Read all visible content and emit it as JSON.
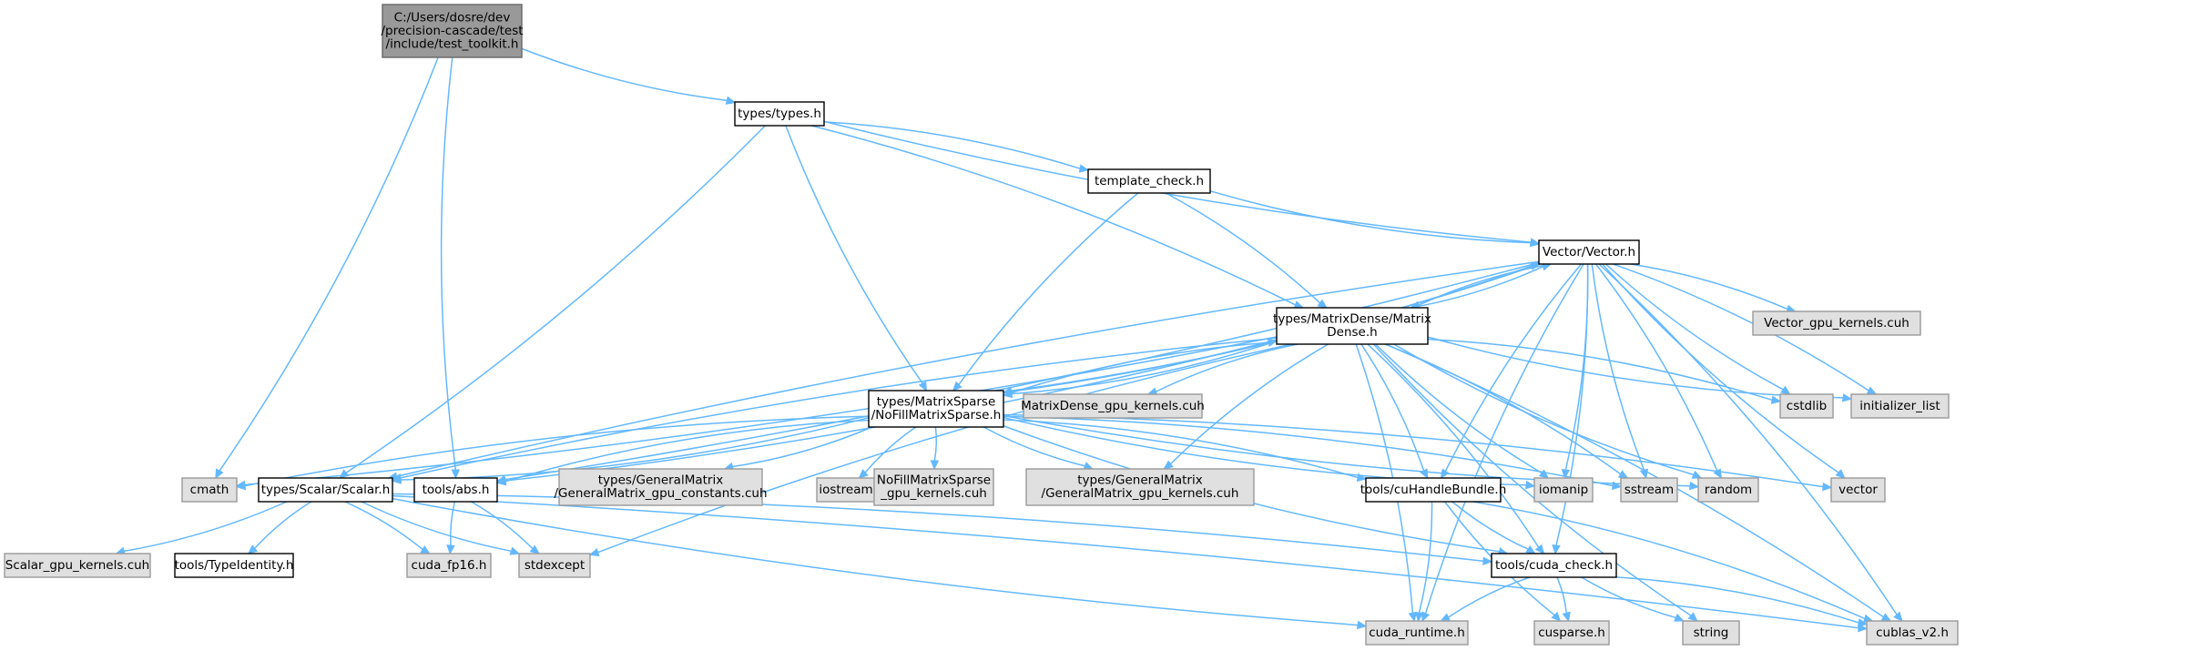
{
  "colors": {
    "edge": "#63b8ff",
    "internal_fill": "#ffffff",
    "external_fill": "#e0e0e0",
    "root_fill": "#999999"
  },
  "nodes": [
    {
      "id": "root",
      "kind": "root",
      "lines": [
        "C:/Users/dosre/dev",
        "/precision-cascade/test",
        "/include/test_toolkit.h"
      ]
    },
    {
      "id": "types",
      "kind": "internal",
      "lines": [
        "types/types.h"
      ]
    },
    {
      "id": "template_check",
      "kind": "internal",
      "lines": [
        "template_check.h"
      ]
    },
    {
      "id": "vector",
      "kind": "internal",
      "lines": [
        "Vector/Vector.h"
      ]
    },
    {
      "id": "matrixdense",
      "kind": "internal",
      "lines": [
        "types/MatrixDense/Matrix",
        "Dense.h"
      ]
    },
    {
      "id": "matrixsparse",
      "kind": "internal",
      "lines": [
        "types/MatrixSparse",
        "/NoFillMatrixSparse.h"
      ]
    },
    {
      "id": "vector_gpu",
      "kind": "external",
      "lines": [
        "Vector_gpu_kernels.cuh"
      ]
    },
    {
      "id": "matrixdense_gpu",
      "kind": "external",
      "lines": [
        "MatrixDense_gpu_kernels.cuh"
      ]
    },
    {
      "id": "cstdlib",
      "kind": "external",
      "lines": [
        "cstdlib"
      ]
    },
    {
      "id": "initializer_list",
      "kind": "external",
      "lines": [
        "initializer_list"
      ]
    },
    {
      "id": "cmath",
      "kind": "external",
      "lines": [
        "cmath"
      ]
    },
    {
      "id": "scalar",
      "kind": "internal",
      "lines": [
        "types/Scalar/Scalar.h"
      ]
    },
    {
      "id": "abs",
      "kind": "internal",
      "lines": [
        "tools/abs.h"
      ]
    },
    {
      "id": "gm_constants",
      "kind": "external",
      "lines": [
        "types/GeneralMatrix",
        "/GeneralMatrix_gpu_constants.cuh"
      ]
    },
    {
      "id": "iostream",
      "kind": "external",
      "lines": [
        "iostream"
      ]
    },
    {
      "id": "nofill_gpu",
      "kind": "external",
      "lines": [
        "NoFillMatrixSparse",
        "_gpu_kernels.cuh"
      ]
    },
    {
      "id": "gm_kernels",
      "kind": "external",
      "lines": [
        "types/GeneralMatrix",
        "/GeneralMatrix_gpu_kernels.cuh"
      ]
    },
    {
      "id": "cuhandle",
      "kind": "internal",
      "lines": [
        "tools/cuHandleBundle.h"
      ]
    },
    {
      "id": "iomanip",
      "kind": "external",
      "lines": [
        "iomanip"
      ]
    },
    {
      "id": "sstream",
      "kind": "external",
      "lines": [
        "sstream"
      ]
    },
    {
      "id": "random",
      "kind": "external",
      "lines": [
        "random"
      ]
    },
    {
      "id": "vector_std",
      "kind": "external",
      "lines": [
        "vector"
      ]
    },
    {
      "id": "scalar_gpu",
      "kind": "external",
      "lines": [
        "Scalar_gpu_kernels.cuh"
      ]
    },
    {
      "id": "typeidentity",
      "kind": "internal",
      "lines": [
        "tools/TypeIdentity.h"
      ]
    },
    {
      "id": "cuda_fp16",
      "kind": "external",
      "lines": [
        "cuda_fp16.h"
      ]
    },
    {
      "id": "stdexcept",
      "kind": "external",
      "lines": [
        "stdexcept"
      ]
    },
    {
      "id": "cuda_check",
      "kind": "internal",
      "lines": [
        "tools/cuda_check.h"
      ]
    },
    {
      "id": "cuda_runtime",
      "kind": "external",
      "lines": [
        "cuda_runtime.h"
      ]
    },
    {
      "id": "cusparse",
      "kind": "external",
      "lines": [
        "cusparse.h"
      ]
    },
    {
      "id": "string",
      "kind": "external",
      "lines": [
        "string"
      ]
    },
    {
      "id": "cublas",
      "kind": "external",
      "lines": [
        "cublas_v2.h"
      ]
    }
  ],
  "edges": [
    [
      "root",
      "types"
    ],
    [
      "root",
      "cmath"
    ],
    [
      "root",
      "abs"
    ],
    [
      "types",
      "template_check"
    ],
    [
      "types",
      "vector"
    ],
    [
      "types",
      "matrixdense"
    ],
    [
      "types",
      "matrixsparse"
    ],
    [
      "types",
      "scalar"
    ],
    [
      "template_check",
      "vector"
    ],
    [
      "template_check",
      "matrixdense"
    ],
    [
      "template_check",
      "matrixsparse"
    ],
    [
      "vector",
      "vector_gpu"
    ],
    [
      "vector",
      "matrixdense"
    ],
    [
      "vector",
      "matrixsparse"
    ],
    [
      "vector",
      "cstdlib"
    ],
    [
      "vector",
      "initializer_list"
    ],
    [
      "vector",
      "scalar"
    ],
    [
      "vector",
      "abs"
    ],
    [
      "vector",
      "cuhandle"
    ],
    [
      "vector",
      "iomanip"
    ],
    [
      "vector",
      "sstream"
    ],
    [
      "vector",
      "random"
    ],
    [
      "vector",
      "vector_std"
    ],
    [
      "vector",
      "cuda_check"
    ],
    [
      "vector",
      "cuda_runtime"
    ],
    [
      "vector",
      "cublas"
    ],
    [
      "matrixdense",
      "vector"
    ],
    [
      "matrixdense",
      "matrixsparse"
    ],
    [
      "matrixdense",
      "matrixdense_gpu"
    ],
    [
      "matrixdense",
      "cstdlib"
    ],
    [
      "matrixdense",
      "initializer_list"
    ],
    [
      "matrixdense",
      "cmath"
    ],
    [
      "matrixdense",
      "scalar"
    ],
    [
      "matrixdense",
      "abs"
    ],
    [
      "matrixdense",
      "gm_kernels"
    ],
    [
      "matrixdense",
      "cuhandle"
    ],
    [
      "matrixdense",
      "iomanip"
    ],
    [
      "matrixdense",
      "sstream"
    ],
    [
      "matrixdense",
      "random"
    ],
    [
      "matrixdense",
      "cuda_check"
    ],
    [
      "matrixdense",
      "stdexcept"
    ],
    [
      "matrixdense",
      "cuda_runtime"
    ],
    [
      "matrixdense",
      "string"
    ],
    [
      "matrixdense",
      "cublas"
    ],
    [
      "matrixsparse",
      "vector"
    ],
    [
      "matrixsparse",
      "matrixdense"
    ],
    [
      "matrixsparse",
      "cmath"
    ],
    [
      "matrixsparse",
      "scalar"
    ],
    [
      "matrixsparse",
      "abs"
    ],
    [
      "matrixsparse",
      "gm_constants"
    ],
    [
      "matrixsparse",
      "iostream"
    ],
    [
      "matrixsparse",
      "nofill_gpu"
    ],
    [
      "matrixsparse",
      "gm_kernels"
    ],
    [
      "matrixsparse",
      "cuhandle"
    ],
    [
      "matrixsparse",
      "iomanip"
    ],
    [
      "matrixsparse",
      "sstream"
    ],
    [
      "matrixsparse",
      "random"
    ],
    [
      "matrixsparse",
      "vector_std"
    ],
    [
      "matrixsparse",
      "cuda_check"
    ],
    [
      "scalar",
      "scalar_gpu"
    ],
    [
      "scalar",
      "typeidentity"
    ],
    [
      "scalar",
      "cuda_fp16"
    ],
    [
      "scalar",
      "stdexcept"
    ],
    [
      "scalar",
      "cuda_check"
    ],
    [
      "scalar",
      "cuda_runtime"
    ],
    [
      "scalar",
      "cublas"
    ],
    [
      "abs",
      "cuda_fp16"
    ],
    [
      "abs",
      "stdexcept"
    ],
    [
      "cuhandle",
      "cuda_check"
    ],
    [
      "cuhandle",
      "cuda_runtime"
    ],
    [
      "cuhandle",
      "cusparse"
    ],
    [
      "cuhandle",
      "cublas"
    ],
    [
      "cuda_check",
      "cuda_runtime"
    ],
    [
      "cuda_check",
      "cusparse"
    ],
    [
      "cuda_check",
      "string"
    ],
    [
      "cuda_check",
      "cublas"
    ]
  ]
}
